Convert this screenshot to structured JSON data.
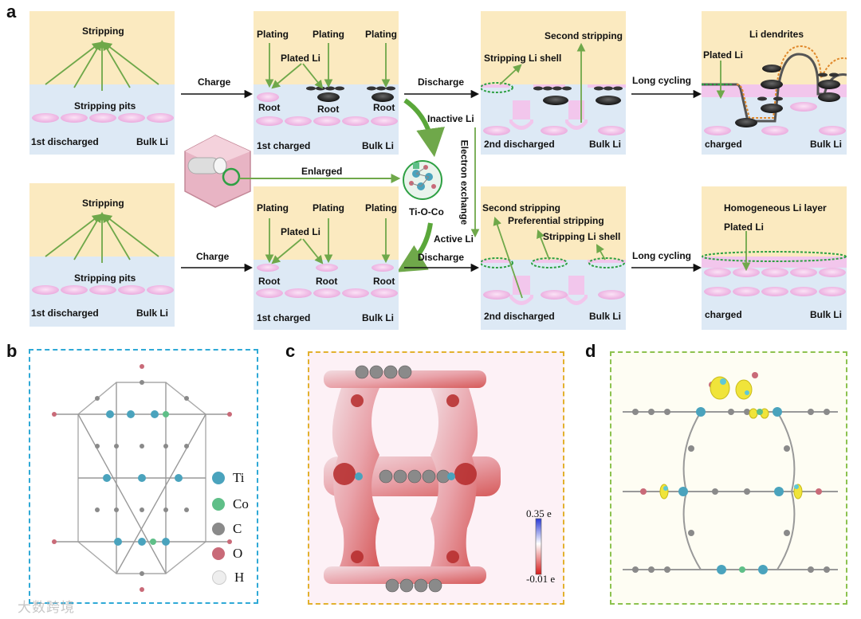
{
  "panels": {
    "a": "a",
    "b": "b",
    "c": "c",
    "d": "d"
  },
  "row1": {
    "s1": {
      "top": "Stripping",
      "mid": "Stripping pits",
      "left": "1st discharged",
      "right": "Bulk Li"
    },
    "arrow1": "Charge",
    "s2": {
      "p1": "Plating",
      "p2": "Plating",
      "p3": "Plating",
      "plated": "Plated Li",
      "r1": "Root",
      "r2": "Root",
      "r3": "Root",
      "left": "1st charged",
      "right": "Bulk Li"
    },
    "arrow2": "Discharge",
    "s3": {
      "second": "Second stripping",
      "shell": "Stripping Li shell",
      "left": "2nd discharged",
      "right": "Bulk Li"
    },
    "arrow3": "Long cycling",
    "s4": {
      "dendrites": "Li dendrites",
      "plated": "Plated Li",
      "left": "charged",
      "right": "Bulk Li"
    }
  },
  "middle": {
    "inactive": "Inactive Li",
    "enlarged": "Enlarged",
    "tioco": "Ti-O-Co",
    "exchange": "Electron exchange",
    "active": "Active Li"
  },
  "row2": {
    "s1": {
      "top": "Stripping",
      "mid": "Stripping pits",
      "left": "1st discharged",
      "right": "Bulk Li"
    },
    "arrow1": "Charge",
    "s2": {
      "p1": "Plating",
      "p2": "Plating",
      "p3": "Plating",
      "plated": "Plated Li",
      "r1": "Root",
      "r2": "Root",
      "r3": "Root",
      "left": "1st charged",
      "right": "Bulk Li"
    },
    "arrow2": "Discharge",
    "s3": {
      "second": "Second stripping",
      "pref": "Preferential stripping",
      "shell": "Stripping Li shell",
      "left": "2nd discharged",
      "right": "Bulk Li"
    },
    "arrow3": "Long cycling",
    "s4": {
      "homog": "Homogeneous Li layer",
      "plated": "Plated Li",
      "left": "charged",
      "right": "Bulk Li"
    }
  },
  "legend": [
    {
      "label": "Ti",
      "color": "#4aa3bd"
    },
    {
      "label": "Co",
      "color": "#5fbf88"
    },
    {
      "label": "C",
      "color": "#8a8a8a"
    },
    {
      "label": "O",
      "color": "#c96a78"
    },
    {
      "label": "H",
      "color": "#eeeeee"
    }
  ],
  "colorbar": {
    "max": "0.35 e",
    "min": "-0.01 e"
  },
  "watermark": "大数跨境",
  "colors": {
    "electrolyte": "#fbeac0",
    "bulk": "#dde9f5",
    "sei": "#f2c6ec",
    "lipuck": "#f3b8e8",
    "arrow": "#6fa84a",
    "green_dash": "#2ea043",
    "frame_b": "#2fa9d6",
    "frame_c": "#e2b12e",
    "frame_d": "#8dc24f"
  }
}
